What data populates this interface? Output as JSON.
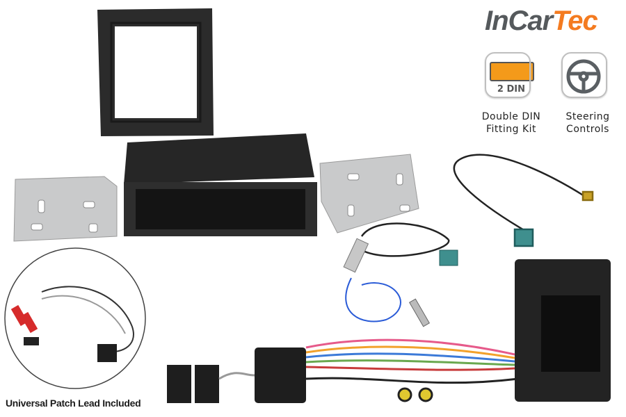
{
  "brand": {
    "logo_part1": "InCar",
    "logo_part2": "Tec",
    "colors": {
      "grey": "#55595c",
      "orange": "#f47b20"
    }
  },
  "features": [
    {
      "icon": "double-din-screen-icon",
      "icon_label": "2 DIN",
      "caption_line1": "Double DIN",
      "caption_line2": "Fitting Kit"
    },
    {
      "icon": "steering-wheel-icon",
      "caption_line1": "Steering",
      "caption_line2": "Controls"
    }
  ],
  "inset_caption": "Universal Patch Lead Included"
}
